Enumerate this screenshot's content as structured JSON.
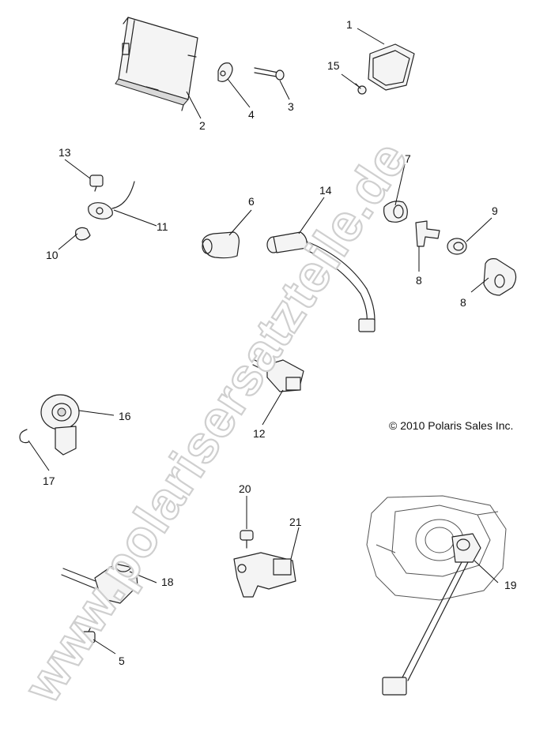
{
  "copyright": "© 2010 Polaris Sales Inc.",
  "watermark": "www.polarisersatzteile.de",
  "callouts": [
    "1",
    "2",
    "3",
    "4",
    "5",
    "6",
    "7",
    "8",
    "8",
    "9",
    "10",
    "11",
    "12",
    "13",
    "14",
    "15",
    "16",
    "17",
    "18",
    "19",
    "20",
    "21"
  ]
}
